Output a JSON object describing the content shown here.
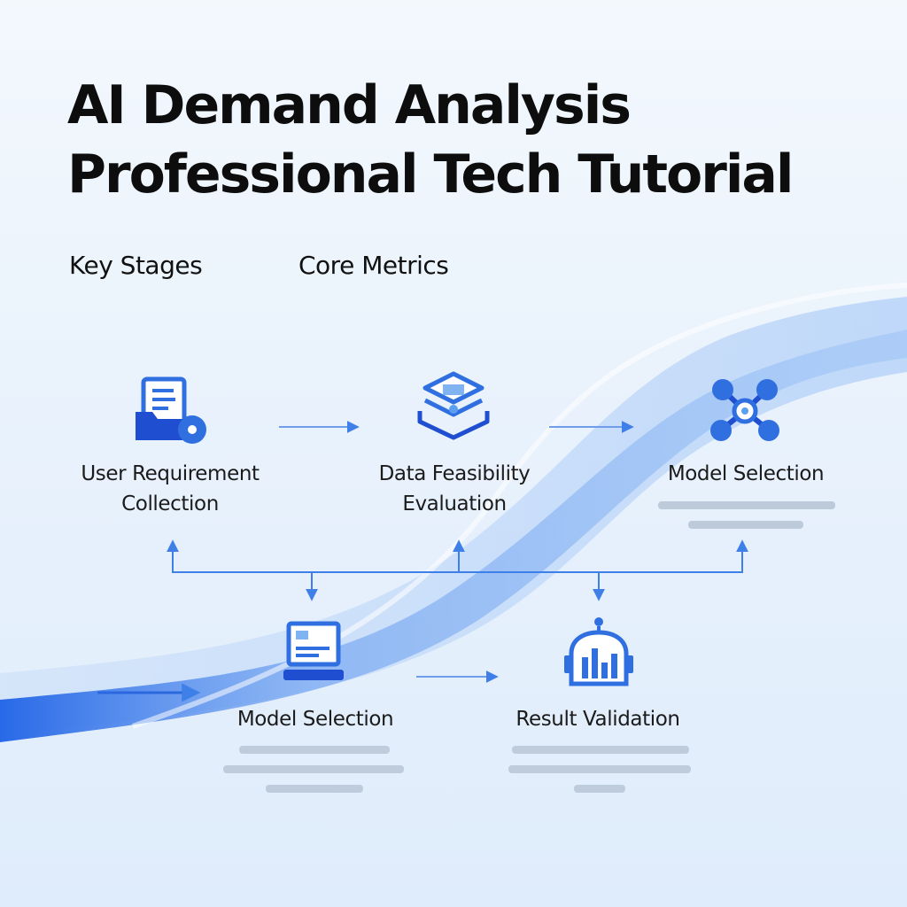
{
  "title": {
    "line1": "AI Demand Analysis",
    "line2": "Professional Tech Tutorial"
  },
  "tabs": {
    "stages": "Key Stages",
    "metrics": "Core Metrics"
  },
  "nodes": {
    "user_requirement": {
      "label_line1": "User Requirement",
      "label_line2": "Collection",
      "icon": "document-folder-icon"
    },
    "data_feasibility": {
      "label_line1": "Data Feasibility",
      "label_line2": "Evaluation",
      "icon": "cube-stack-icon"
    },
    "model_selection_top": {
      "label_line1": "Model Selection",
      "icon": "network-nodes-icon"
    },
    "model_selection_bottom": {
      "label_line1": "Model Selection",
      "icon": "computer-terminal-icon"
    },
    "result_validation": {
      "label_line1": "Result Validation",
      "icon": "bar-chart-dome-icon"
    }
  },
  "colors": {
    "accent": "#2f6fe0",
    "accent_dark": "#1f4fd0",
    "connector": "#3f7fe8",
    "wave": "#8fbaf5"
  }
}
